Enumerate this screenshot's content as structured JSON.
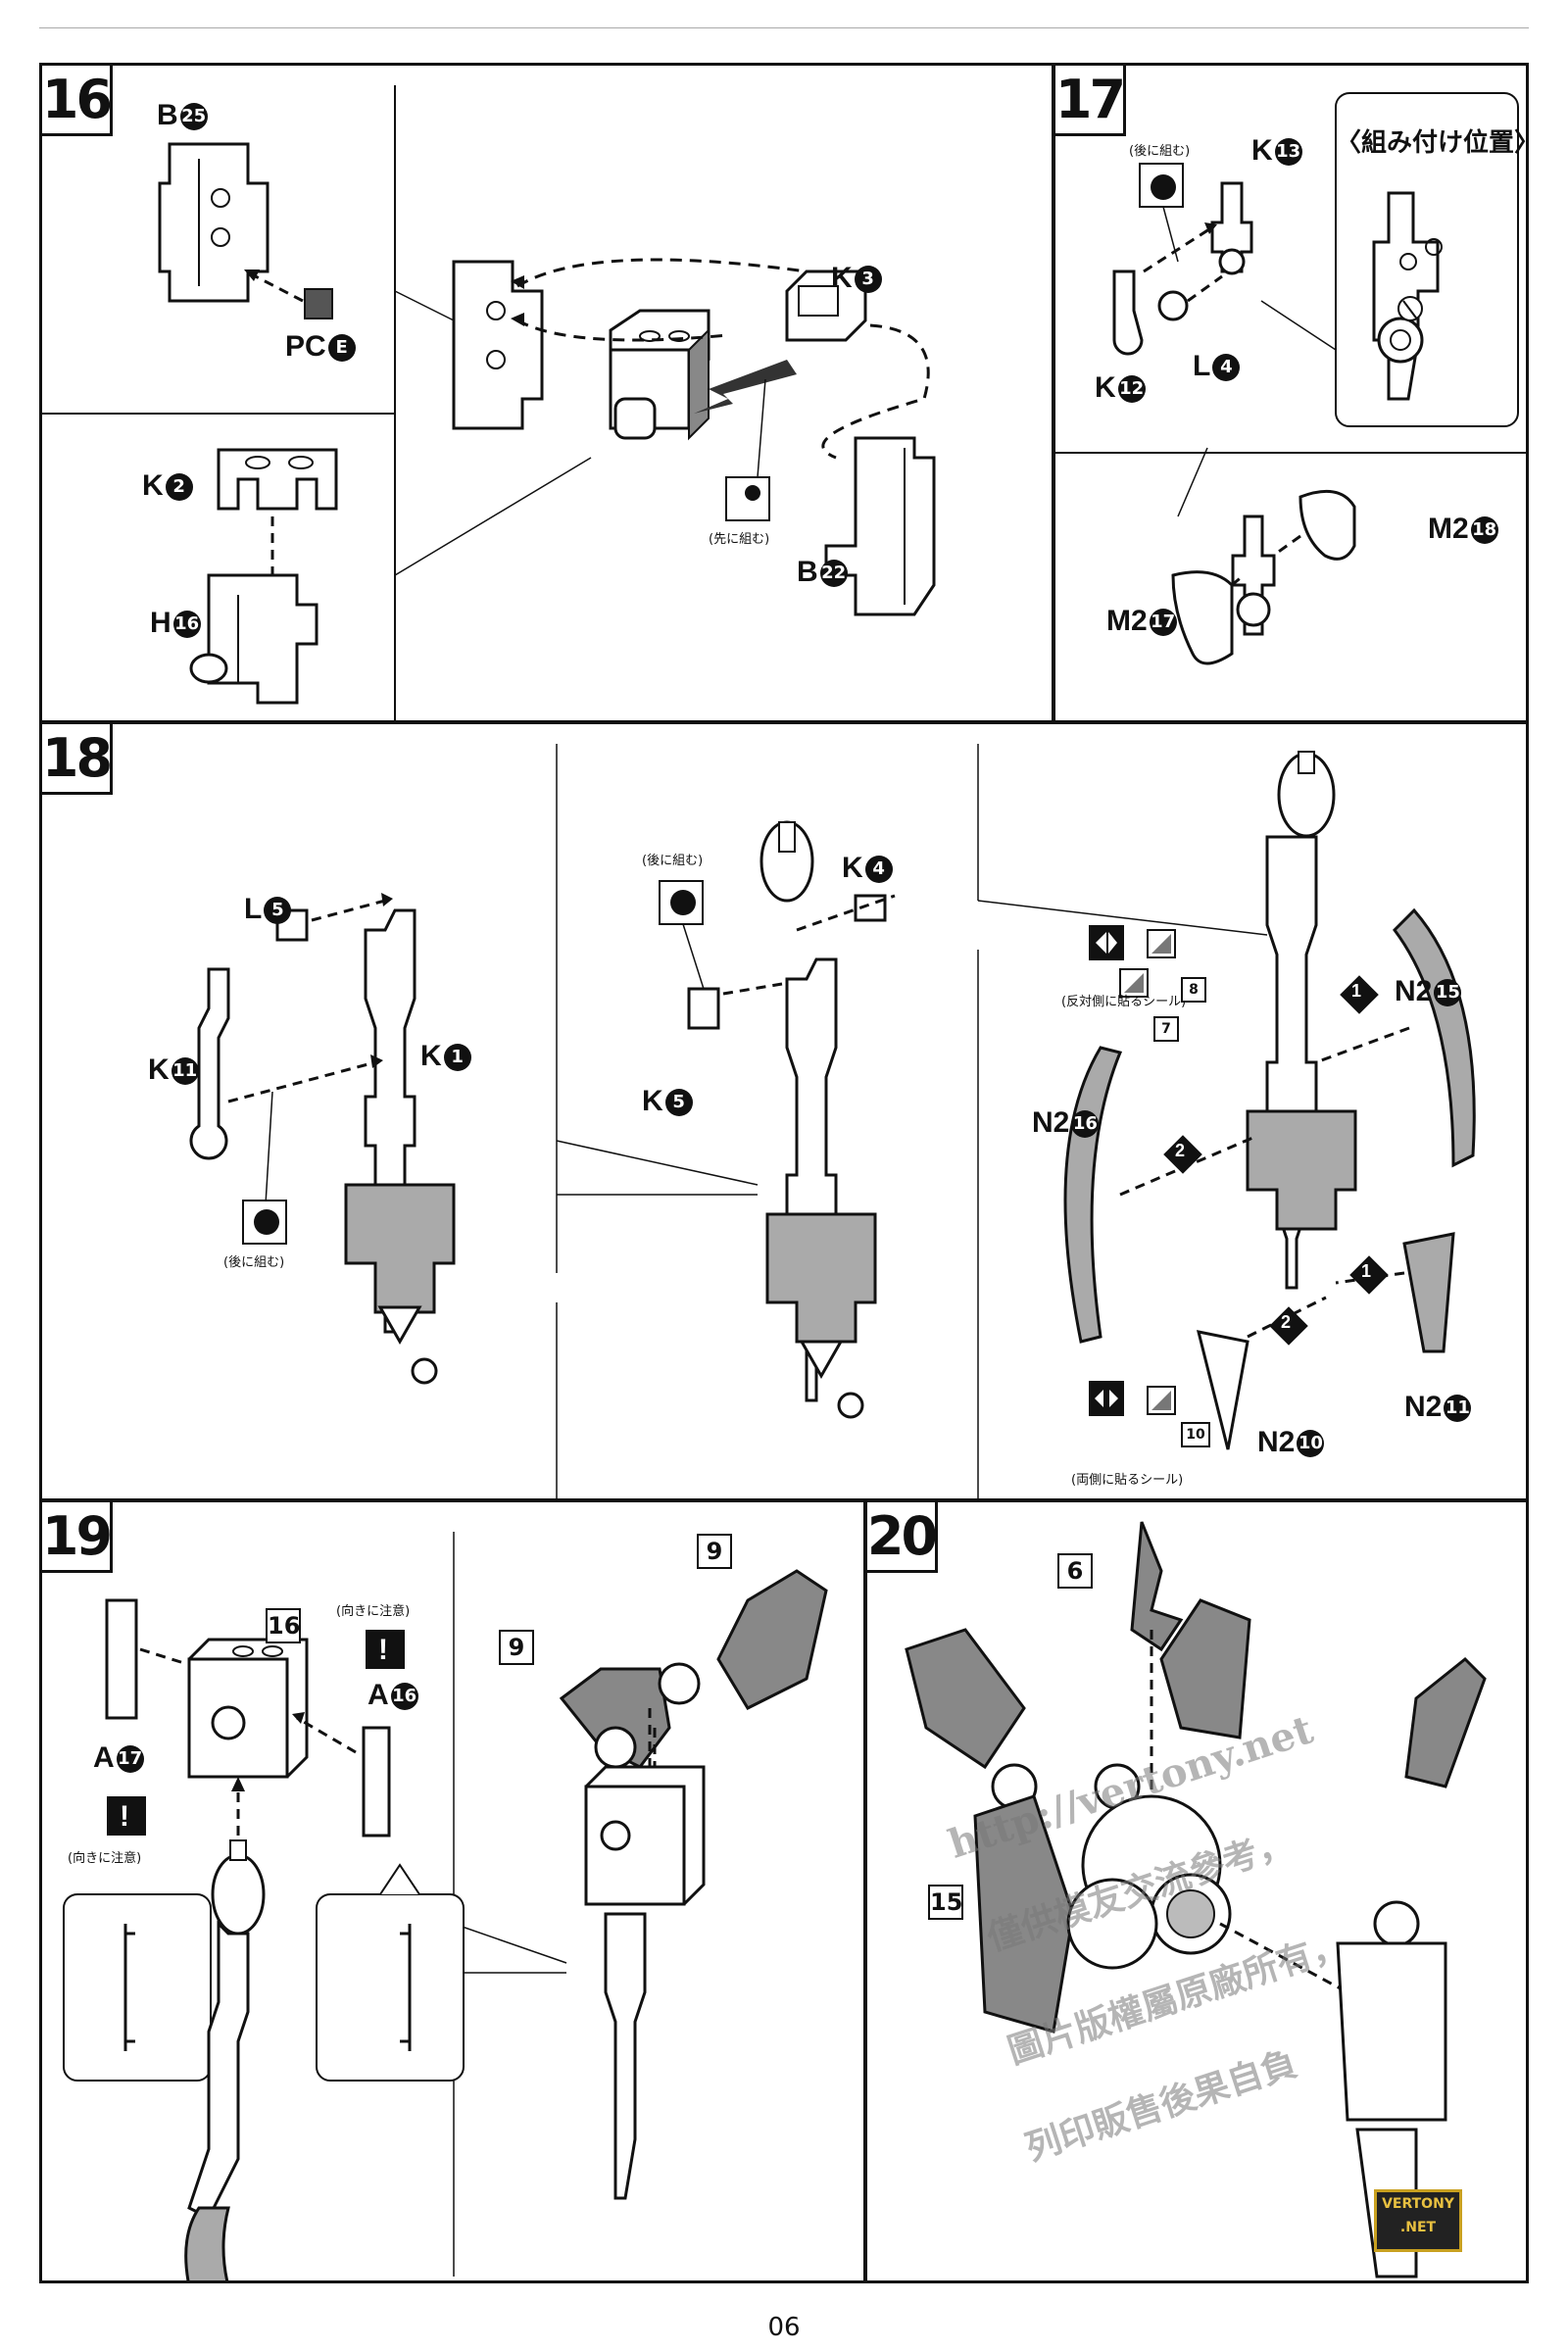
{
  "page_number": "06",
  "steps": {
    "s16": {
      "number": "16",
      "labels": {
        "b25": "B",
        "b25n": "25",
        "pce": "PC",
        "pcen": "E",
        "k3": "K",
        "k3n": "3",
        "k2": "K",
        "k2n": "2",
        "h16": "H",
        "h16n": "16",
        "b22": "B",
        "b22n": "22"
      },
      "note_first": "(先に組む)"
    },
    "s17": {
      "number": "17",
      "labels": {
        "k13": "K",
        "k13n": "13",
        "k12": "K",
        "k12n": "12",
        "l4": "L",
        "l4n": "4",
        "m218": "M2",
        "m218n": "18",
        "m217": "M2",
        "m217n": "17"
      },
      "note_after": "(後に組む)",
      "inset_title": "〈組み付け位置〉"
    },
    "s18": {
      "number": "18",
      "labels": {
        "l5": "L",
        "l5n": "5",
        "k11": "K",
        "k11n": "11",
        "k1": "K",
        "k1n": "1",
        "k4": "K",
        "k4n": "4",
        "k5": "K",
        "k5n": "5",
        "n215": "N2",
        "n215n": "15",
        "n216": "N2",
        "n216n": "16",
        "n211": "N2",
        "n211n": "11",
        "n210": "N2",
        "n210n": "10"
      },
      "note_after_1": "(後に組む)",
      "note_after_2": "(後に組む)",
      "note_opposite": "(反対側に貼るシール)",
      "note_both": "(両側に貼るシール)",
      "sticker_8": "8",
      "sticker_7": "7",
      "sticker_10": "10",
      "order_1": "1",
      "order_2": "2"
    },
    "s19": {
      "number": "19",
      "ref_16": "16",
      "ref_9a": "9",
      "ref_9b": "9",
      "labels": {
        "a17": "A",
        "a17n": "17",
        "a16": "A",
        "a16n": "16"
      },
      "caution_1": "(向きに注意)",
      "caution_2": "(向きに注意)",
      "caution_mark": "!"
    },
    "s20": {
      "number": "20",
      "ref_6": "6",
      "ref_15": "15"
    }
  },
  "watermark": {
    "url": "http://vertony.net",
    "line1": "僅供模友交流參考，",
    "line2": "圖片版權屬原廠所有，",
    "line3": "列印販售後果自負"
  },
  "badge": {
    "line1": "VERTONY",
    "line2": ".NET"
  }
}
